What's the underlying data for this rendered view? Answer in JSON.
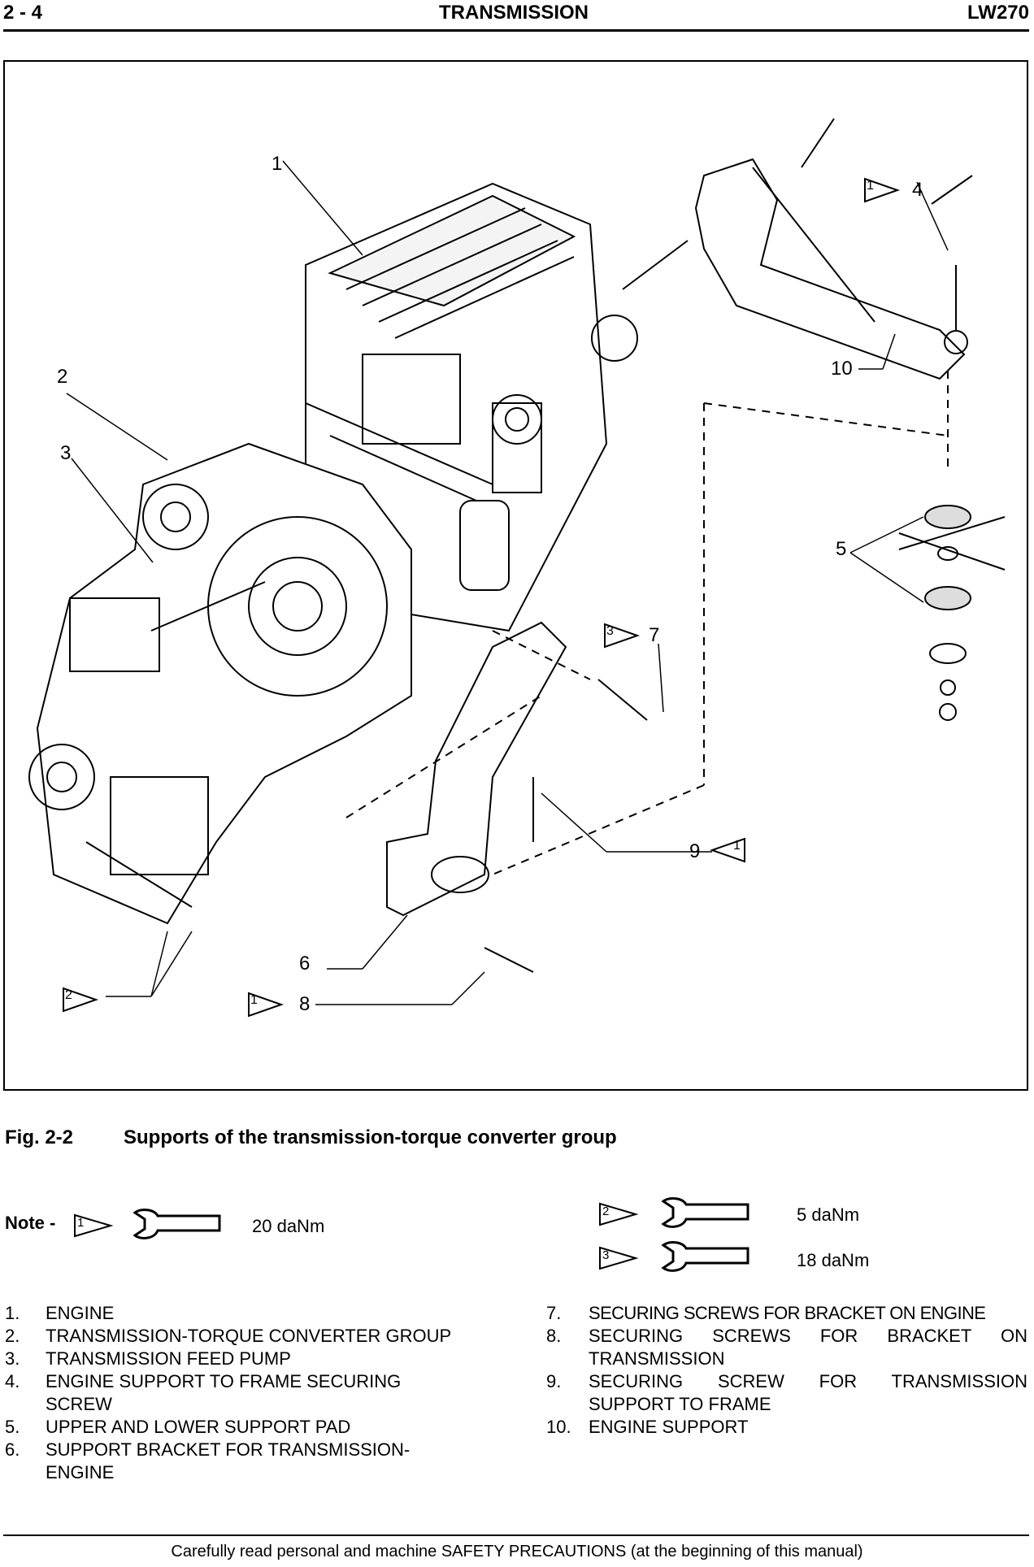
{
  "header": {
    "page_number": "2 - 4",
    "section_title": "TRANSMISSION",
    "model": "LW270"
  },
  "figure": {
    "callouts": {
      "c1": "1",
      "c2": "2",
      "c3": "3",
      "c4": "4",
      "c5": "5",
      "c6": "6",
      "c7": "7",
      "c8": "8",
      "c9": "9",
      "c10": "10"
    },
    "triangle_marks": {
      "t4": "1",
      "t7": "3",
      "t9": "1",
      "t2": "2",
      "t8": "1"
    }
  },
  "caption": {
    "label": "Fig. 2-2",
    "title": "Supports of the transmission-torque converter group"
  },
  "note": {
    "label": "Note -",
    "torques": [
      {
        "mark": "1",
        "value": "20 daNm"
      },
      {
        "mark": "2",
        "value": "5 daNm"
      },
      {
        "mark": "3",
        "value": "18 daNm"
      }
    ]
  },
  "legend": {
    "left": [
      {
        "num": "1.",
        "text": "ENGINE"
      },
      {
        "num": "2.",
        "text": "TRANSMISSION-TORQUE CONVERTER GROUP"
      },
      {
        "num": "3.",
        "text": "TRANSMISSION FEED PUMP"
      },
      {
        "num": "4.",
        "text": "ENGINE SUPPORT TO FRAME SECURING SCREW"
      },
      {
        "num": "5.",
        "text": "UPPER AND LOWER SUPPORT PAD"
      },
      {
        "num": "6.",
        "text": "SUPPORT BRACKET FOR TRANSMISSION-ENGINE"
      }
    ],
    "right": [
      {
        "num": "7.",
        "text": "SECURING SCREWS FOR BRACKET ON ENGINE"
      },
      {
        "num": "8.",
        "text": "SECURING SCREWS FOR BRACKET ON TRANSMISSION"
      },
      {
        "num": "9.",
        "text": "SECURING SCREW FOR TRANSMISSION SUPPORT TO FRAME"
      },
      {
        "num": "10.",
        "text": "ENGINE SUPPORT"
      }
    ]
  },
  "footer": {
    "text": "Carefully read personal and machine SAFETY PRECAUTIONS (at the beginning of this manual)"
  }
}
